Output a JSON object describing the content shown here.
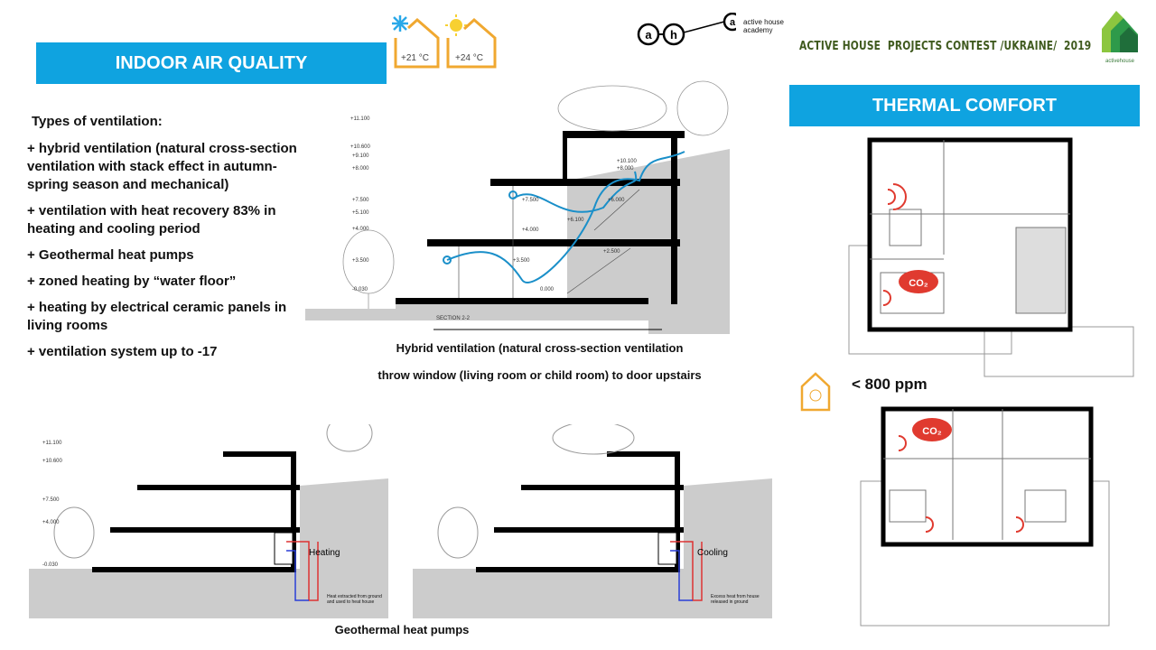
{
  "header": {
    "left_title": "INDOOR AIR QUALITY",
    "right_title": "THERMAL COMFORT",
    "contest": "ACTIVE HOUSE  PROJECTS CONTEST /UKRAINE/  2019",
    "academy_logo": "active house academy",
    "activehouse_logo": "activehouse",
    "temp_cold": "+21 °C",
    "temp_warm": "+24 °C"
  },
  "ventilation": {
    "heading": "Types of ventilation:",
    "items": [
      "+ hybrid ventilation (natural cross-section ventilation with stack effect in autumn-spring season and mechanical)",
      "+ ventilation with heat recovery 83% in heating and cooling period",
      "+ Geothermal heat pumps",
      "+ zoned heating by “water floor”",
      "+ heating by electrical ceramic panels in living rooms",
      "+ ventilation system up to -17"
    ]
  },
  "main_section": {
    "label": "SECTION 2-2",
    "caption_line1": "Hybrid ventilation (natural cross-section ventilation",
    "caption_line2": "throw window (living room or child room) to door upstairs"
  },
  "heat_pumps": {
    "heating_label": "Heating",
    "heating_note": "Heat extracted from ground and used to heat house",
    "cooling_label": "Cooling",
    "cooling_note": "Excess heat from house released in ground",
    "caption": "Geothermal heat pumps"
  },
  "co2": {
    "limit": "< 800 ppm",
    "badge": "CO₂"
  },
  "levels": [
    "+11.100",
    "+10.600",
    "+9.100",
    "+8.000",
    "+7.500",
    "+5.100",
    "+4.000",
    "+3.500",
    "-0.030"
  ],
  "inner_levels": [
    "+10.100",
    "+8.000",
    "+7.500",
    "+6.000",
    "+6.100",
    "+4.000",
    "+2.500",
    "+3.500",
    "0.000"
  ],
  "colors": {
    "banner": "#0fa3e0",
    "arrow": "#1a8fc9",
    "co2": "#e03a2f",
    "orange": "#f0a830",
    "green": "#3f5a1e"
  }
}
